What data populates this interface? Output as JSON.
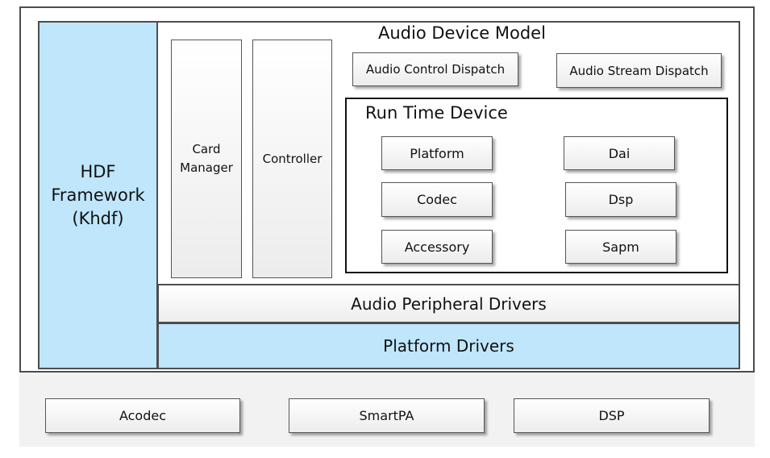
{
  "framework": {
    "label": "HDF\nFramework\n(Khdf)"
  },
  "audio_device_model": {
    "title": "Audio Device Model",
    "card_manager": "Card\nManager",
    "controller": "Controller",
    "audio_control_dispatch": "Audio Control Dispatch",
    "audio_stream_dispatch": "Audio Stream Dispatch"
  },
  "run_time_device": {
    "title": "Run Time Device",
    "platform": "Platform",
    "dai": "Dai",
    "codec": "Codec",
    "dsp": "Dsp",
    "accessory": "Accessory",
    "sapm": "Sapm"
  },
  "audio_peripheral_drivers": "Audio Peripheral Drivers",
  "platform_drivers": "Platform Drivers",
  "hardware": {
    "acodec": "Acodec",
    "smartpa": "SmartPA",
    "dsp": "DSP"
  },
  "colors": {
    "framework_fill": "#bfe6fb",
    "platform_drivers_fill": "#bfe6fb",
    "border": "#4d4d4d"
  }
}
